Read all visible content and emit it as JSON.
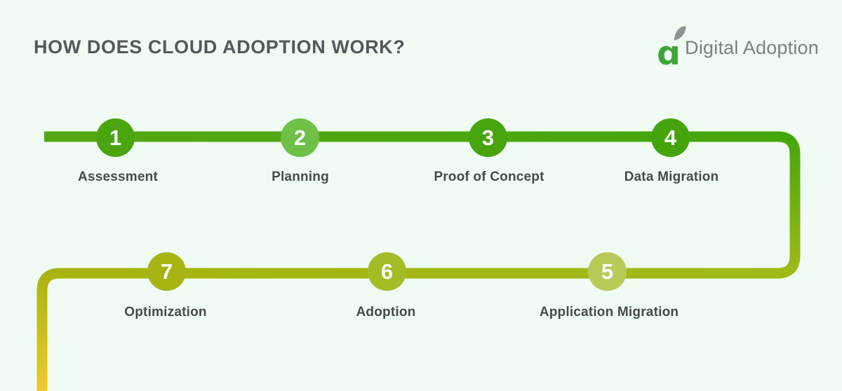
{
  "page": {
    "background": "#f0fbf4",
    "title": "HOW DOES CLOUD ADOPTION WORK?",
    "title_color": "#54585a"
  },
  "logo": {
    "mark": "ɑ",
    "mark_color": "#3fa438",
    "leaf_color": "#8e9496",
    "text": "Digital Adoption",
    "text_color": "#7b8080"
  },
  "steps": [
    {
      "number": "1",
      "label": "Assessment",
      "color": "#4aa50f"
    },
    {
      "number": "2",
      "label": "Planning",
      "color": "#6fc046"
    },
    {
      "number": "3",
      "label": "Proof of Concept",
      "color": "#48a40d"
    },
    {
      "number": "4",
      "label": "Data Migration",
      "color": "#45a40c"
    },
    {
      "number": "5",
      "label": "Application Migration",
      "color": "#b8ca58"
    },
    {
      "number": "6",
      "label": "Adoption",
      "color": "#a4bc25"
    },
    {
      "number": "7",
      "label": "Optimization",
      "color": "#a6b513"
    }
  ],
  "flow_line": {
    "green_start": "#55a815",
    "green_end": "#44a60b",
    "lime": "#9fba18",
    "olive": "#a8b412",
    "yellow": "#f0ca28"
  }
}
